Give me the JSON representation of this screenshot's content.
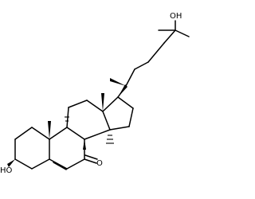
{
  "molecule": {
    "labels": {
      "hydroxy_side_chain": "OH",
      "hydroxy_ring": "HO",
      "ketone": "O"
    },
    "colors": {
      "bond": "#000000",
      "label": "#000000",
      "background": "#ffffff"
    }
  }
}
